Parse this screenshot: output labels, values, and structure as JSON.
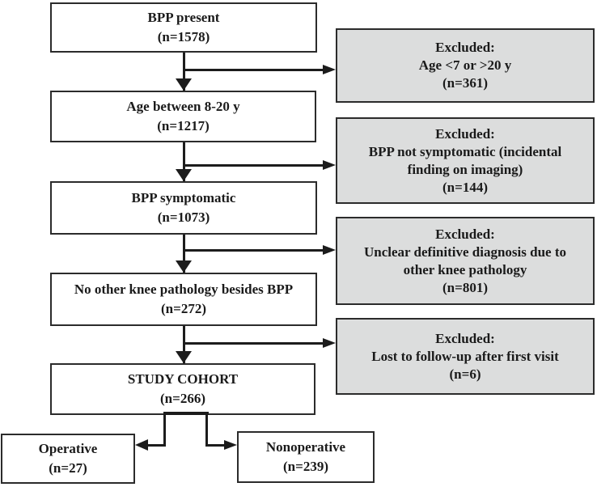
{
  "flow": {
    "main_boxes": [
      {
        "name": "bpp-present",
        "line1": "BPP present",
        "line2": "(n=1578)"
      },
      {
        "name": "age-between-8-20",
        "line1": "Age between 8-20 y",
        "line2": "(n=1217)"
      },
      {
        "name": "bpp-symptomatic",
        "line1": "BPP symptomatic",
        "line2": "(n=1073)"
      },
      {
        "name": "no-other-knee-pathology",
        "line1": "No other knee pathology besides BPP",
        "line2": "(n=272)"
      },
      {
        "name": "study-cohort",
        "line1": "STUDY COHORT",
        "line2": "(n=266)"
      }
    ],
    "excluded_boxes": [
      {
        "name": "excluded-age",
        "header": "Excluded:",
        "reason": "Age <7 or >20 y",
        "count": "(n=361)"
      },
      {
        "name": "excluded-not-symptomatic",
        "header": "Excluded:",
        "reason": "BPP not symptomatic (incidental finding on imaging)",
        "count": "(n=144)"
      },
      {
        "name": "excluded-unclear-diagnosis",
        "header": "Excluded:",
        "reason": "Unclear definitive diagnosis due to other knee pathology",
        "count": "(n=801)"
      },
      {
        "name": "excluded-lost-followup",
        "header": "Excluded:",
        "reason": "Lost to follow-up after first visit",
        "count": "(n=6)"
      }
    ],
    "outcome_boxes": [
      {
        "name": "operative",
        "line1": "Operative",
        "line2": "(n=27)"
      },
      {
        "name": "nonoperative",
        "line1": "Nonoperative",
        "line2": "(n=239)"
      }
    ],
    "colors": {
      "excluded_fill": "#dcdddd",
      "box_fill": "#ffffff",
      "box_border": "#2b2b2b",
      "connector_line": "#1c1c1c",
      "text": "#1a1a1a"
    }
  }
}
